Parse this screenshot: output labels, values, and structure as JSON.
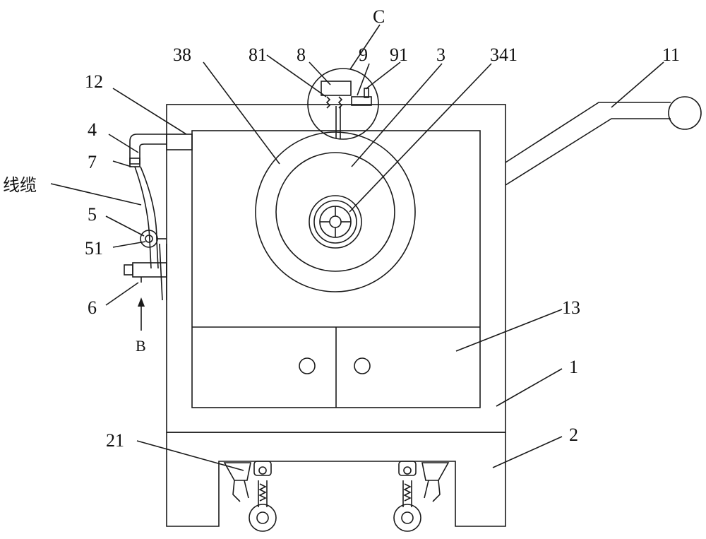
{
  "labels": {
    "c": "C",
    "n81": "81",
    "n8": "8",
    "n9": "9",
    "n91": "91",
    "n3": "3",
    "n341": "341",
    "n38": "38",
    "n11": "11",
    "n12": "12",
    "n4": "4",
    "n7": "7",
    "cable": "线缆",
    "n5": "5",
    "n51": "51",
    "n6": "6",
    "b": "B",
    "n13": "13",
    "n1": "1",
    "n21": "21",
    "n2": "2"
  }
}
